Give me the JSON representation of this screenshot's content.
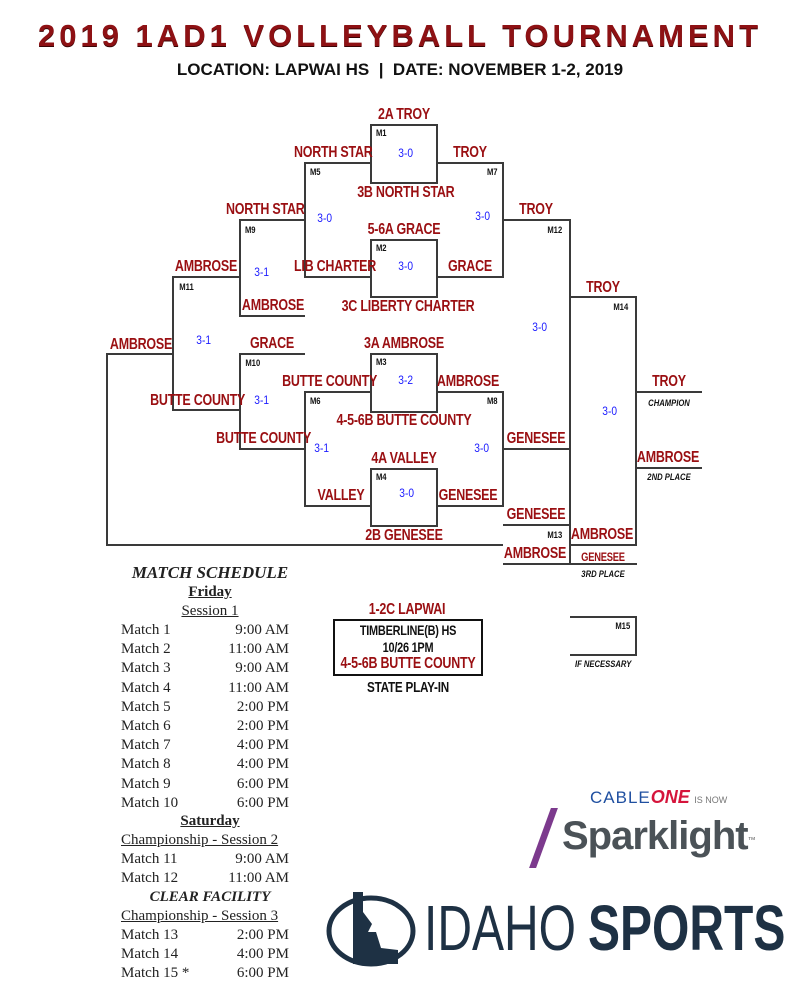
{
  "header": {
    "title": "2019 1AD1 VOLLEYBALL TOURNAMENT",
    "subtitle": "LOCATION: LAPWAI HS  |  DATE: NOVEMBER 1-2, 2019"
  },
  "bracket": {
    "m1": {
      "id": "M1",
      "top": "2A TROY",
      "bottom": "3B NORTH STAR",
      "score": "3-0"
    },
    "m2": {
      "id": "M2",
      "top": "5-6A GRACE",
      "bottom": "3C LIBERTY CHARTER",
      "score": "3-0"
    },
    "m3": {
      "id": "M3",
      "top": "3A AMBROSE",
      "bottom": "4-5-6B BUTTE COUNTY",
      "score": "3-2"
    },
    "m4": {
      "id": "M4",
      "top": "4A VALLEY",
      "bottom": "2B GENESEE",
      "score": "3-0"
    },
    "m5": {
      "id": "M5",
      "top": "NORTH STAR",
      "bottom": "LIB CHARTER",
      "score": "3-0"
    },
    "m6": {
      "id": "M6",
      "top": "BUTTE COUNTY",
      "bottom": "VALLEY",
      "score": "3-1"
    },
    "m7": {
      "id": "M7",
      "top": "TROY",
      "bottom": "GRACE",
      "score": "3-0"
    },
    "m8": {
      "id": "M8",
      "top": "AMBROSE",
      "bottom": "GENESEE",
      "score": "3-0"
    },
    "m9": {
      "id": "M9",
      "top": "NORTH STAR",
      "bottom": "AMBROSE",
      "score": "3-1"
    },
    "m10": {
      "id": "M10",
      "top": "GRACE",
      "bottom": "BUTTE COUNTY",
      "score": "3-1"
    },
    "m11": {
      "id": "M11",
      "top": "AMBROSE",
      "bottom": "BUTTE COUNTY",
      "score": "3-1",
      "winner": "AMBROSE"
    },
    "m12": {
      "id": "M12",
      "top": "TROY",
      "bottom": "GENESEE",
      "score": "3-0"
    },
    "m13": {
      "id": "M13",
      "top": "GENESEE",
      "bottom": "AMBROSE",
      "winner": "AMBROSE"
    },
    "m14": {
      "id": "M14",
      "top": "TROY",
      "bottom": "AMBROSE",
      "score": "3-0"
    },
    "m15": {
      "id": "M15",
      "caption": "IF NECESSARY"
    },
    "champion": {
      "team": "TROY",
      "caption": "CHAMPION"
    },
    "second": {
      "team": "AMBROSE",
      "caption": "2ND PLACE"
    },
    "third": {
      "team": "GENESEE",
      "caption": "3RD PLACE"
    }
  },
  "playin": {
    "top": "1-2C LAPWAI",
    "line1": "TIMBERLINE(B) HS",
    "line2": "10/26 1PM",
    "line3": "4-5-6B BUTTE COUNTY",
    "caption": "STATE PLAY-IN"
  },
  "schedule": {
    "title": "MATCH SCHEDULE",
    "friday": "Friday",
    "session1": "Session 1",
    "friday_matches": [
      [
        "Match 1",
        "9:00 AM"
      ],
      [
        "Match 2",
        "11:00 AM"
      ],
      [
        "Match 3",
        "9:00 AM"
      ],
      [
        "Match 4",
        "11:00 AM"
      ],
      [
        "Match 5",
        "2:00 PM"
      ],
      [
        "Match 6",
        "2:00 PM"
      ],
      [
        "Match 7",
        "4:00 PM"
      ],
      [
        "Match 8",
        "4:00 PM"
      ],
      [
        "Match 9",
        "6:00 PM"
      ],
      [
        "Match 10",
        "6:00 PM"
      ]
    ],
    "saturday": "Saturday",
    "session2": "Championship - Session 2",
    "sat_matches": [
      [
        "Match 11",
        "9:00 AM"
      ],
      [
        "Match 12",
        "11:00 AM"
      ]
    ],
    "clear": "CLEAR FACILITY",
    "session3": "Championship - Session 3",
    "s3_matches": [
      [
        "Match 13",
        "2:00 PM"
      ],
      [
        "Match 14",
        "4:00 PM"
      ],
      [
        "Match 15 *",
        "6:00 PM"
      ]
    ]
  },
  "sponsors": {
    "cable": "CABLE",
    "one": "ONE",
    "isnow": "IS NOW",
    "sparklight": "Sparklight",
    "tm": "™",
    "idaho": "IDAHO",
    "sports": "SPORTS"
  }
}
